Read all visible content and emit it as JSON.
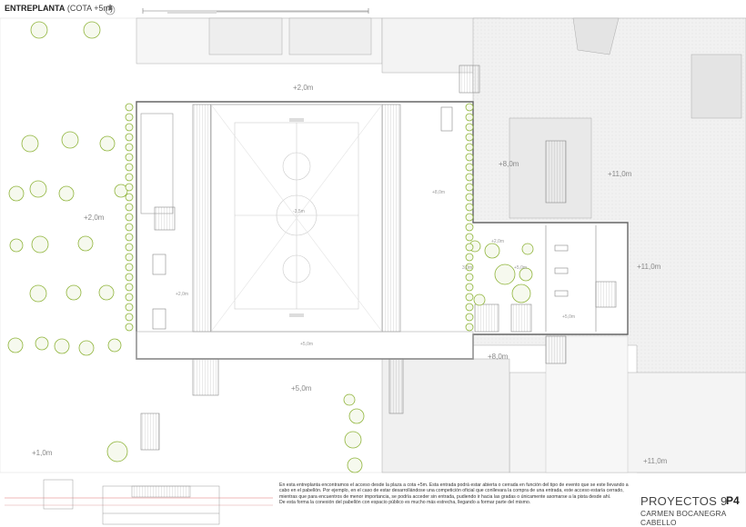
{
  "header": {
    "title": "ENTREPLANTA",
    "subtitle": "(COTA +5m)",
    "north_icon": "north-arrow-icon"
  },
  "levels": {
    "top_plaza": "+2,0m",
    "left_plaza": "+2,0m",
    "inner_left": "+2,0m",
    "court": "-3,5m",
    "east_hall": "+8,0m",
    "south_gallery": "+5,0m",
    "south_plaza": "+5,0m",
    "east_upper": "+8,0m",
    "east_far": "+11,0m",
    "annex_right": "+11,0m",
    "annex_courtyard_a": "+2,0m",
    "annex_side": "3,0m",
    "annex_courtyard_b": "+5,0m",
    "annex_room": "+5,0m",
    "south_east": "+8,0m",
    "south_west": "+1,0m",
    "bottom_right": "+11,0m"
  },
  "description": {
    "paragraph1": "En esta entreplanta encontramos el acceso desde la plaza a cota +5m. Esta entrada podrá estar abierta o cerrada en función del tipo de evento que se este llevando a cabo en el pabellón. Por ejemplo, en el caso de estar desarrollándose una competición oficial que conllevara la compra de una entrada, este acceso estaría cerrado, mientras que para encuentros de menor importancia, se podría acceder sin entrada, pudiendo ir hacia las gradas o únicamente asomarse a la pista desde ahí.",
    "paragraph2": "De esta forma la conexión del pabellón con espacio público es mucho más estrecha, llegando a formar parte del mismo."
  },
  "title_block": {
    "course": "PROYECTOS 9",
    "sheet": "P4",
    "author": "CARMEN BOCANEGRA CABELLO"
  },
  "colors": {
    "tree": "#8fb43a",
    "line": "#9a9a9a",
    "hatch": "#ececec",
    "section_red": "#e07070"
  }
}
